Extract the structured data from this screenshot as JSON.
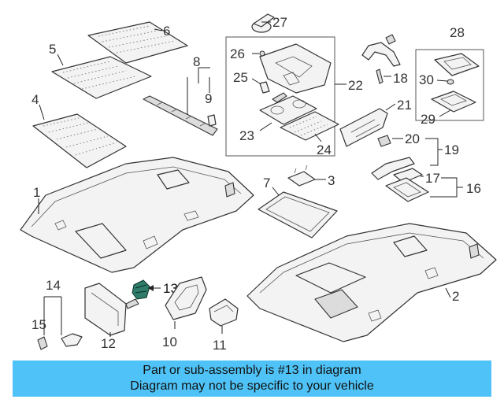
{
  "diagram": {
    "callouts": {
      "c1": "1",
      "c2": "2",
      "c3": "3",
      "c4": "4",
      "c5": "5",
      "c6": "6",
      "c7": "7",
      "c8": "8",
      "c9": "9",
      "c10": "10",
      "c11": "11",
      "c12": "12",
      "c13": "13",
      "c14": "14",
      "c15": "15",
      "c16": "16",
      "c17": "17",
      "c18": "18",
      "c19": "19",
      "c20": "20",
      "c21": "21",
      "c22": "22",
      "c23": "23",
      "c24": "24",
      "c25": "25",
      "c26": "26",
      "c27": "27",
      "c28": "28",
      "c29": "29",
      "c30": "30"
    },
    "highlighted_part": "13",
    "highlight_color": "#2e7d6a"
  },
  "banner": {
    "line1": "Part or sub-assembly is #13 in diagram",
    "line2": "Diagram may not be specific to your vehicle",
    "background": "#4fc3f7"
  }
}
